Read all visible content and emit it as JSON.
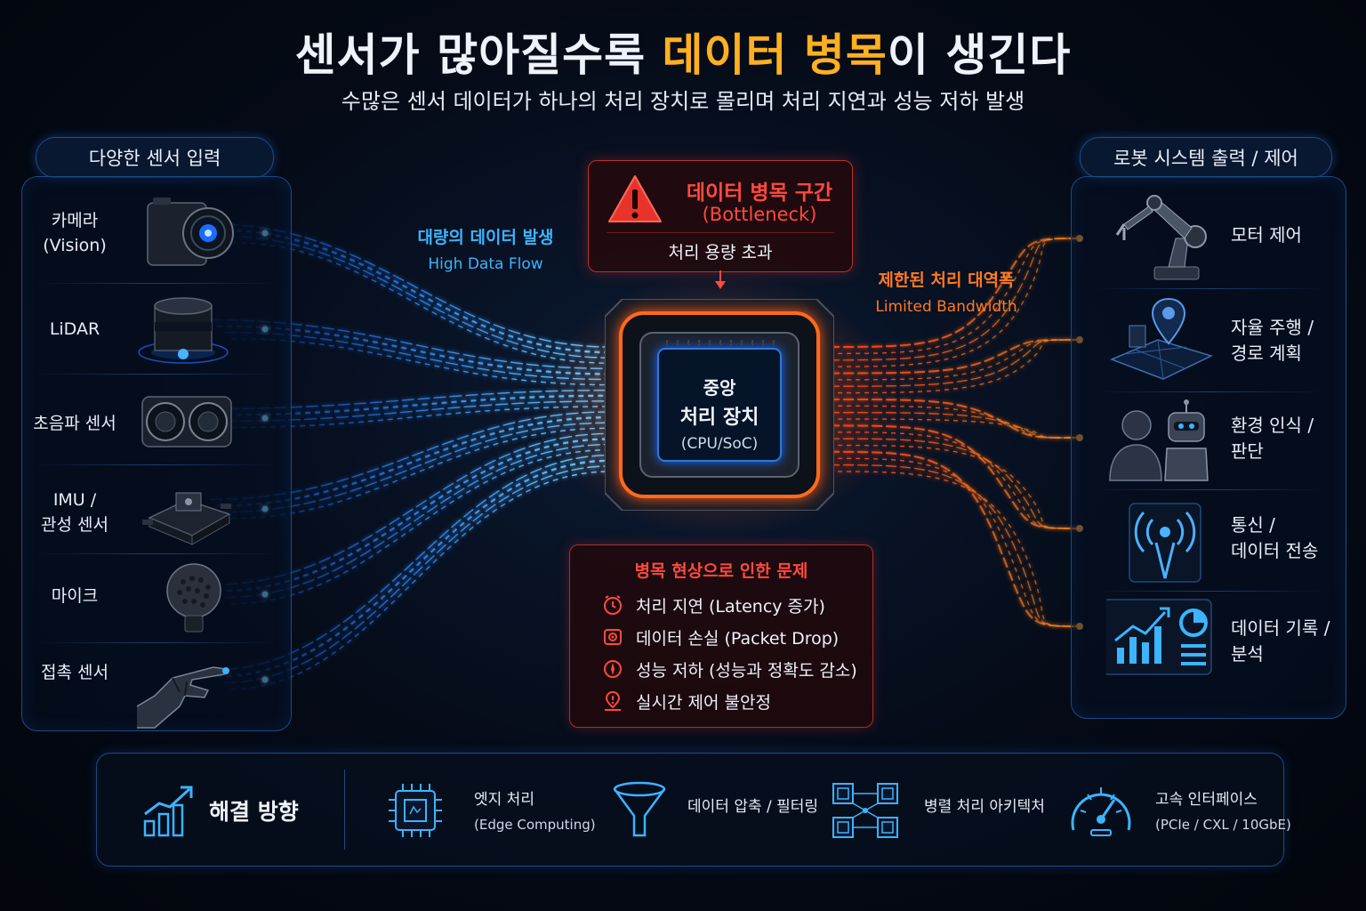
{
  "title": {
    "part1": "센서가 많아질수록 ",
    "highlight": "데이터 병목",
    "part2": "이 생긴다"
  },
  "subtitle": "수많은 센서 데이터가 하나의 처리 장치로 몰리며 처리 지연과 성능 저하 발생",
  "sensors": {
    "header": "다양한 센서 입력",
    "items": [
      {
        "line1": "카메라",
        "line2": "(Vision)",
        "icon": "camera-icon"
      },
      {
        "line1": "LiDAR",
        "line2": "",
        "icon": "lidar-icon"
      },
      {
        "line1": "초음파 센서",
        "line2": "",
        "icon": "ultrasonic-sensor-icon"
      },
      {
        "line1": "IMU /",
        "line2": "관성 센서",
        "icon": "imu-icon"
      },
      {
        "line1": "마이크",
        "line2": "",
        "icon": "microphone-icon"
      },
      {
        "line1": "접촉 센서",
        "line2": "",
        "icon": "robot-hand-icon"
      }
    ]
  },
  "input_flow": {
    "ko": "대량의 데이터 발생",
    "en": "High Data Flow"
  },
  "bottleneck": {
    "title": "데이터 병목 구간",
    "en": "(Bottleneck)",
    "desc": "처리 용량 초과"
  },
  "chip": {
    "line1": "중앙",
    "line2": "처리 장치",
    "line3": "(CPU/SoC)"
  },
  "limited": {
    "ko": "제한된 처리 대역폭",
    "en": "Limited Bandwidth"
  },
  "problems": {
    "title": "병목 현상으로 인한 문제",
    "items": [
      {
        "text": "처리 지연 (Latency 증가)",
        "icon": "clock-icon"
      },
      {
        "text": "데이터 손실 (Packet Drop)",
        "icon": "data-loss-icon"
      },
      {
        "text": "성능 저하 (성능과 정확도 감소)",
        "icon": "performance-drop-icon"
      },
      {
        "text": "실시간 제어 불안정",
        "icon": "warning-pin-icon"
      }
    ]
  },
  "outputs": {
    "header": "로봇 시스템 출력 / 제어",
    "items": [
      {
        "line1": "모터 제어",
        "line2": "",
        "icon": "robot-arm-icon"
      },
      {
        "line1": "자율 주행 /",
        "line2": "경로 계획",
        "icon": "map-pin-icon"
      },
      {
        "line1": "환경 인식 /",
        "line2": "판단",
        "icon": "human-robot-icon"
      },
      {
        "line1": "통신 /",
        "line2": "데이터 전송",
        "icon": "antenna-icon"
      },
      {
        "line1": "데이터 기록 /",
        "line2": "분석",
        "icon": "analytics-icon"
      }
    ]
  },
  "solutions": {
    "title": "해결 방향",
    "items": [
      {
        "line1": "엣지 처리",
        "line2": "(Edge Computing)",
        "icon": "edge-chip-icon"
      },
      {
        "line1": "데이터 압축 / 필터링",
        "line2": "",
        "icon": "funnel-icon"
      },
      {
        "line1": "병렬 처리 아키텍처",
        "line2": "",
        "icon": "parallel-chips-icon"
      },
      {
        "line1": "고속 인터페이스",
        "line2": "(PCIe / CXL / 10GbE)",
        "icon": "speedometer-icon"
      }
    ]
  },
  "colors": {
    "blue": "#2e8bff",
    "orange": "#ff6a1a",
    "red": "#ff4a3d",
    "gold": "#ffb020",
    "cyan": "#3cb4ff"
  }
}
